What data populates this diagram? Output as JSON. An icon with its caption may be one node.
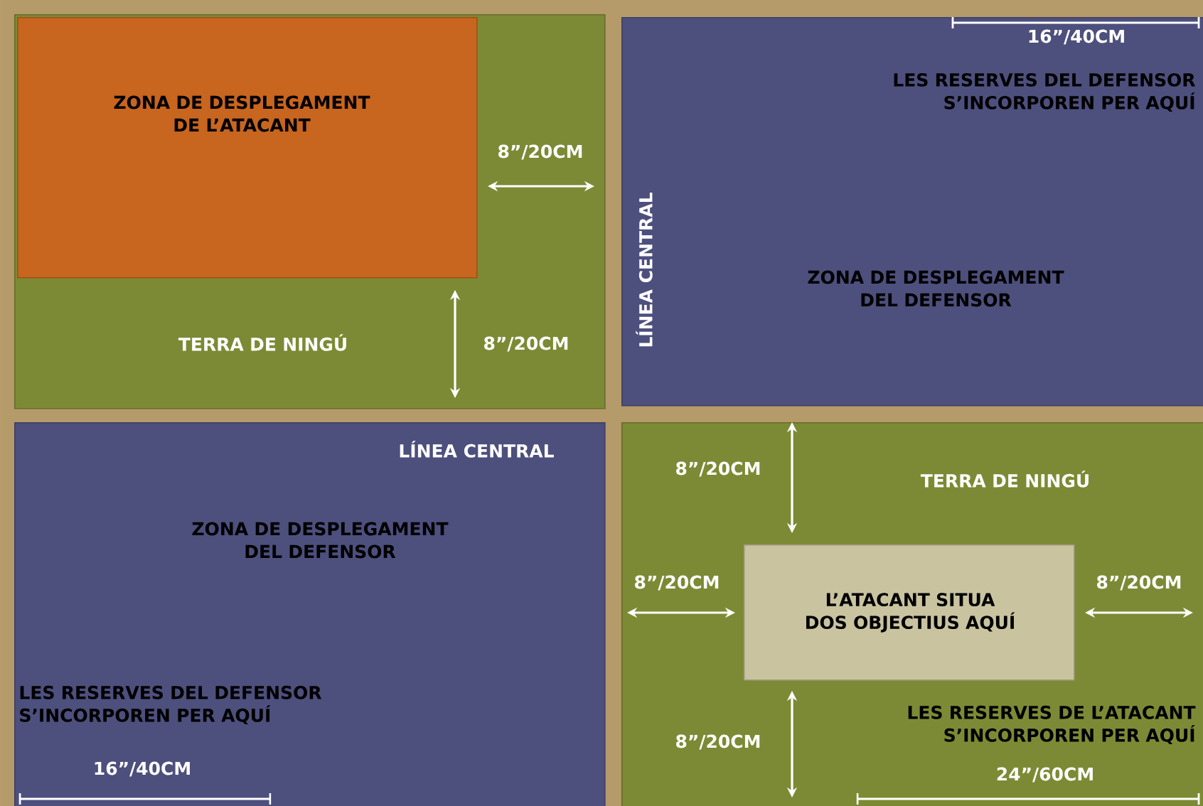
{
  "diagram": {
    "nodes": [
      {
        "text": [
          "TERRA DE NINGÚ"
        ]
      },
      {
        "text": [
          "ZONA DE DESPLEGAMENT DE L’ATACANT"
        ],
        "in": 0
      },
      {
        "text": [
          "ZONA DE DESPLEGAMENT DEL DEFENSOR"
        ]
      },
      {
        "text": [
          "ZONA DE DESPLEGAMENT DEL DEFENSOR"
        ]
      },
      {
        "text": [
          "TERRA DE NINGÚ"
        ]
      },
      {
        "text": [
          "L’ATACANT SITUA DOS OBJECTIUS AQUÍ"
        ],
        "in": 4
      }
    ],
    "labels": [
      "16”/40CM",
      "LES RESERVES DEL DEFENSOR S’INCORPOREN PER AQUÍ",
      "8”/20CM",
      "LÍNEA CENTRAL",
      "8”/20CM",
      "LÍNEA CENTRAL",
      "8”/20CM",
      "8”/20CM",
      "8”/20CM",
      "LES RESERVES DE L’ATACANT S’INCORPOREN PER AQUÍ",
      "8”/20CM",
      "LES RESERVES DEL DEFENSOR S’INCORPOREN PER AQUÍ",
      "24”/60CM",
      "16”/40CM"
    ]
  }
}
